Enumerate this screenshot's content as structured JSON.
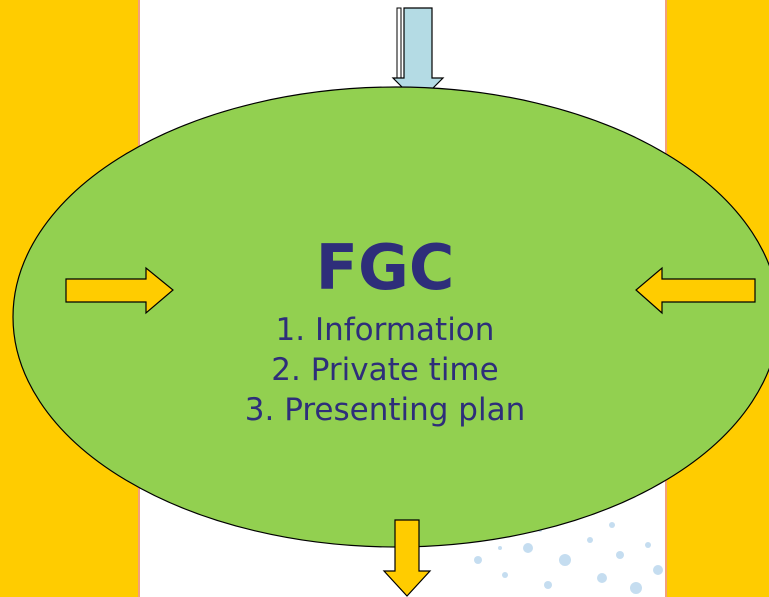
{
  "diagram": {
    "title": "FGC",
    "steps": [
      "1. Information",
      "2. Private time",
      "3. Presenting plan"
    ]
  },
  "colors": {
    "side_bands": "#ffcc00",
    "band_edge": "#f4a07a",
    "ellipse_fill": "#92d050",
    "outline": "#000000",
    "text": "#2e2e7a",
    "top_arrow": "#b4dbe4",
    "side_arrows": "#ffcc00",
    "bottom_arrow": "#ffcc00",
    "bubbles": "#bcd8ee"
  },
  "icons": {
    "top_arrow": "arrow-down-icon",
    "left_arrow": "arrow-right-icon",
    "right_arrow": "arrow-left-icon",
    "bottom_arrow": "arrow-down-icon"
  }
}
